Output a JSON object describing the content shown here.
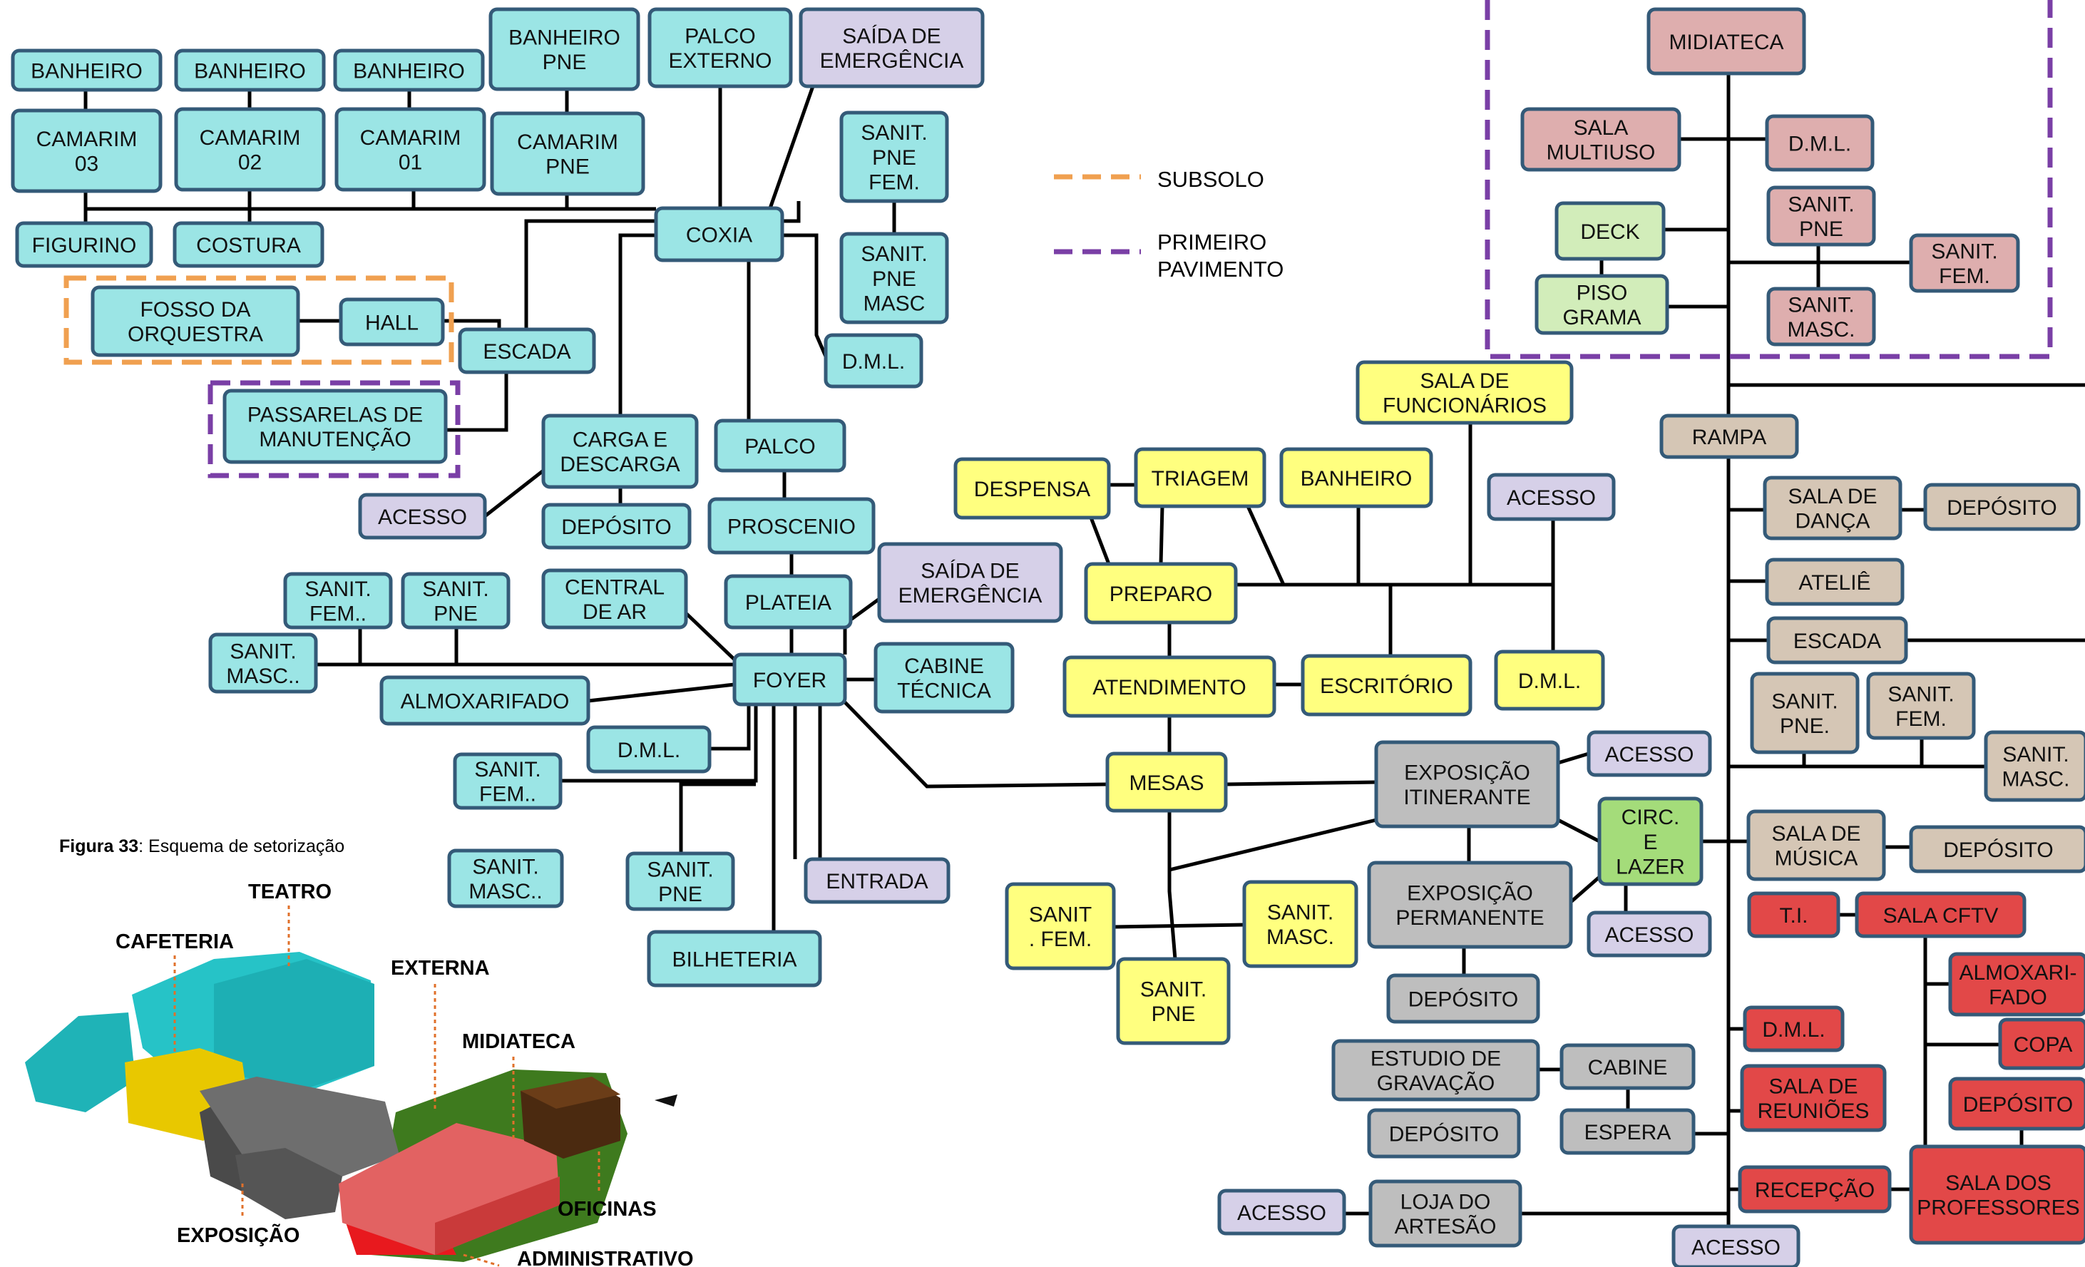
{
  "colors": {
    "teatro": "#9BE5E5",
    "cafeteria": "#FFFF7F",
    "exposicao": "#BEBEBE",
    "midiateca": "#DEAEAE",
    "deck": "#D2EDBA",
    "oficinas": "#D5C6B5",
    "administrativo": "#E24848",
    "acesso": "#D6D0E8",
    "lazer": "#A4DC7A",
    "border": "#345A78",
    "subsolo_dash": "#F0A050",
    "primeiro_dash": "#7A3FA6"
  },
  "legend": {
    "subsolo": "SUBSOLO",
    "primeiro_1": "PRIMEIRO",
    "primeiro_2": "PAVIMENTO"
  },
  "caption": {
    "label": "Figura 33",
    "text": ": Esquema de setorização"
  },
  "model_labels": {
    "teatro": "TEATRO",
    "cafeteria": "CAFETERIA",
    "externa": "EXTERNA",
    "midiateca": "MIDIATECA",
    "exposicao": "EXPOSIÇÃO",
    "oficinas": "OFICINAS",
    "administrativo": "ADMINISTRATIVO"
  },
  "nodes": {
    "banheiro_1": "BANHEIRO",
    "banheiro_2": "BANHEIRO",
    "banheiro_3": "BANHEIRO",
    "banheiro_pne": [
      "BANHEIRO",
      "PNE"
    ],
    "palco_externo": [
      "PALCO",
      "EXTERNO"
    ],
    "saida_emerg_1": [
      "SAÍDA DE",
      "EMERGÊNCIA"
    ],
    "camarim_03": [
      "CAMARIM",
      "03"
    ],
    "camarim_02": [
      "CAMARIM",
      "02"
    ],
    "camarim_01": [
      "CAMARIM",
      "01"
    ],
    "camarim_pne": [
      "CAMARIM",
      "PNE"
    ],
    "sanit_pne_fem_t": [
      "SANIT.",
      "PNE",
      "FEM."
    ],
    "sanit_pne_masc_t": [
      "SANIT.",
      "PNE",
      "MASC"
    ],
    "figurino": "FIGURINO",
    "costura": "COSTURA",
    "coxia": "COXIA",
    "fosso": [
      "FOSSO DA",
      "ORQUESTRA"
    ],
    "hall": "HALL",
    "escada_t": "ESCADA",
    "dml_t": "D.M.L.",
    "passarelas": [
      "PASSARELAS DE",
      "MANUTENÇÃO"
    ],
    "carga": [
      "CARGA E",
      "DESCARGA"
    ],
    "palco": "PALCO",
    "acesso_t": "ACESSO",
    "deposito_t": "DEPÓSITO",
    "proscenio": "PROSCENIO",
    "sanit_fem_f": [
      "SANIT.",
      "FEM.."
    ],
    "sanit_pne_f": [
      "SANIT.",
      "PNE"
    ],
    "central_ar": [
      "CENTRAL",
      "DE AR"
    ],
    "plateia": "PLATEIA",
    "saida_emerg_2": [
      "SAÍDA DE",
      "EMERGÊNCIA"
    ],
    "sanit_masc_f": [
      "SANIT.",
      "MASC.."
    ],
    "foyer": "FOYER",
    "cabine_tecnica": [
      "CABINE",
      "TÉCNICA"
    ],
    "almoxarifado_t": "ALMOXARIFADO",
    "dml_f": "D.M.L.",
    "sanit_fem_2": [
      "SANIT.",
      "FEM.."
    ],
    "sanit_masc_2": [
      "SANIT.",
      "MASC.."
    ],
    "sanit_pne_2": [
      "SANIT.",
      "PNE"
    ],
    "entrada": "ENTRADA",
    "bilheteria": "BILHETERIA",
    "sala_func": [
      "SALA DE",
      "FUNCIONÁRIOS"
    ],
    "despensa": "DESPENSA",
    "triagem": "TRIAGEM",
    "banheiro_c": "BANHEIRO",
    "acesso_c": "ACESSO",
    "preparo": "PREPARO",
    "atendimento": "ATENDIMENTO",
    "escritorio": "ESCRITÓRIO",
    "dml_c": "D.M.L.",
    "mesas": "MESAS",
    "sanit_fem_c": [
      "SANIT",
      ". FEM."
    ],
    "sanit_masc_c": [
      "SANIT.",
      "MASC."
    ],
    "sanit_pne_c": [
      "SANIT.",
      "PNE"
    ],
    "expo_itin": [
      "EXPOSIÇÃO",
      "ITINERANTE"
    ],
    "acesso_e1": "ACESSO",
    "circ_lazer": [
      "CIRC.",
      "E",
      "LAZER"
    ],
    "expo_perm": [
      "EXPOSIÇÃO",
      "PERMANENTE"
    ],
    "acesso_e2": "ACESSO",
    "deposito_e": "DEPÓSITO",
    "estudio": [
      "ESTUDIO DE",
      "GRAVAÇÃO"
    ],
    "cabine_e": "CABINE",
    "espera": "ESPERA",
    "deposito_e2": "DEPÓSITO",
    "loja": [
      "LOJA DO",
      "ARTESÃO"
    ],
    "acesso_e3": "ACESSO",
    "midiateca": "MIDIATECA",
    "sala_multiuso": [
      "SALA",
      "MULTIUSO"
    ],
    "dml_m": "D.M.L.",
    "deck": "DECK",
    "sanit_pne_m": [
      "SANIT.",
      "PNE"
    ],
    "sanit_fem_m": [
      "SANIT.",
      "FEM."
    ],
    "piso_grama": [
      "PISO",
      "GRAMA"
    ],
    "sanit_masc_m": [
      "SANIT.",
      "MASC."
    ],
    "rampa": "RAMPA",
    "sala_danca": [
      "SALA DE",
      "DANÇA"
    ],
    "deposito_o1": "DEPÓSITO",
    "atelie": "ATELIÊ",
    "escada_o": "ESCADA",
    "sanit_pne_o": [
      "SANIT.",
      "PNE."
    ],
    "sanit_fem_o": [
      "SANIT.",
      "FEM."
    ],
    "sanit_masc_o": [
      "SANIT.",
      "MASC."
    ],
    "sala_musica": [
      "SALA DE",
      "MÚSICA"
    ],
    "deposito_o2": "DEPÓSITO",
    "ti": "T.I.",
    "sala_cftv": "SALA CFTV",
    "almoxarifado_a": [
      "ALMOXARI-",
      "FADO"
    ],
    "copa": "COPA",
    "dml_a": "D.M.L.",
    "sala_reunioes": [
      "SALA DE",
      "REUNIÕES"
    ],
    "deposito_a": "DEPÓSITO",
    "recepcao": "RECEPÇÃO",
    "sala_professores": [
      "SALA DOS",
      "PROFESSORES"
    ],
    "acesso_a": "ACESSO"
  }
}
